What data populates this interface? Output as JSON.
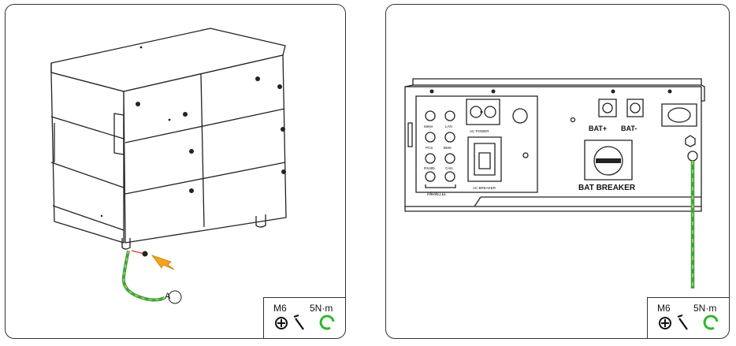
{
  "left_panel": {
    "callout_label": "A",
    "spec": {
      "screw": "M6",
      "torque": "5N·m"
    }
  },
  "right_panel": {
    "labels": {
      "bat_plus": "BAT+",
      "bat_minus": "BAT-",
      "bat_breaker": "BAT BREAKER",
      "parallel": "PARALLEL",
      "ac_power": "AC POWER",
      "ac_breaker": "AC BREAKER",
      "port_meter": "Meter",
      "port_lan": "LAN",
      "port_pcs": "PCS",
      "port_bms": "BMS",
      "port_rs485": "RS485",
      "port_can": "CAN"
    },
    "spec": {
      "screw": "M6",
      "torque": "5N·m"
    }
  },
  "colors": {
    "line": "#222222",
    "ground_green": "#3aa34a",
    "ground_yellow": "#d9cc2a",
    "arrow_orange": "#f2a41c",
    "torque_green": "#2eb82e"
  }
}
